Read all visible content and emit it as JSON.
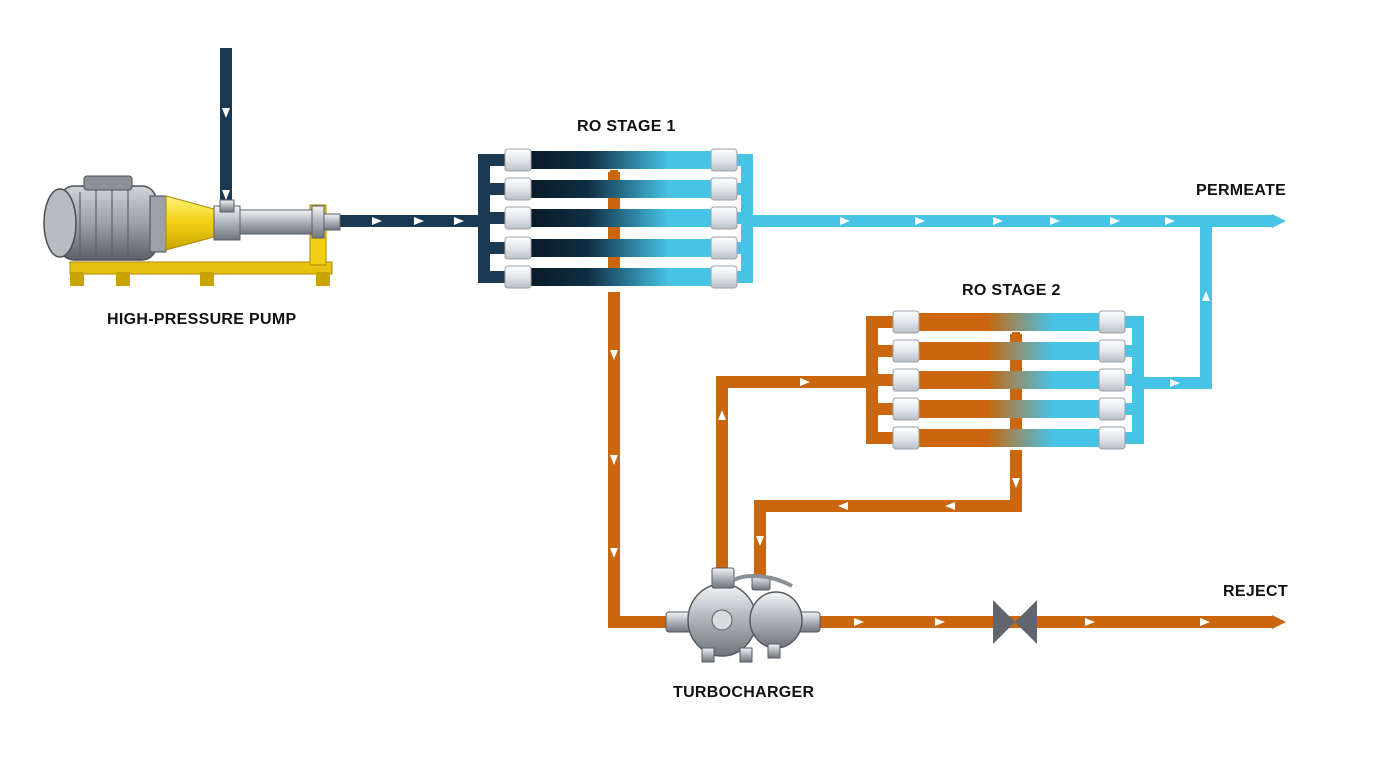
{
  "labels": {
    "pump": "HIGH-PRESSURE PUMP",
    "ro_stage_1": "RO STAGE 1",
    "ro_stage_2": "RO STAGE 2",
    "permeate": "PERMEATE",
    "reject": "REJECT",
    "turbocharger": "TURBOCHARGER"
  },
  "colors": {
    "feed": "#1b3a52",
    "permeate": "#47c3e6",
    "brine": "#c9660e",
    "pump_yellow": "#f2cf12",
    "valve": "#5f666d"
  }
}
